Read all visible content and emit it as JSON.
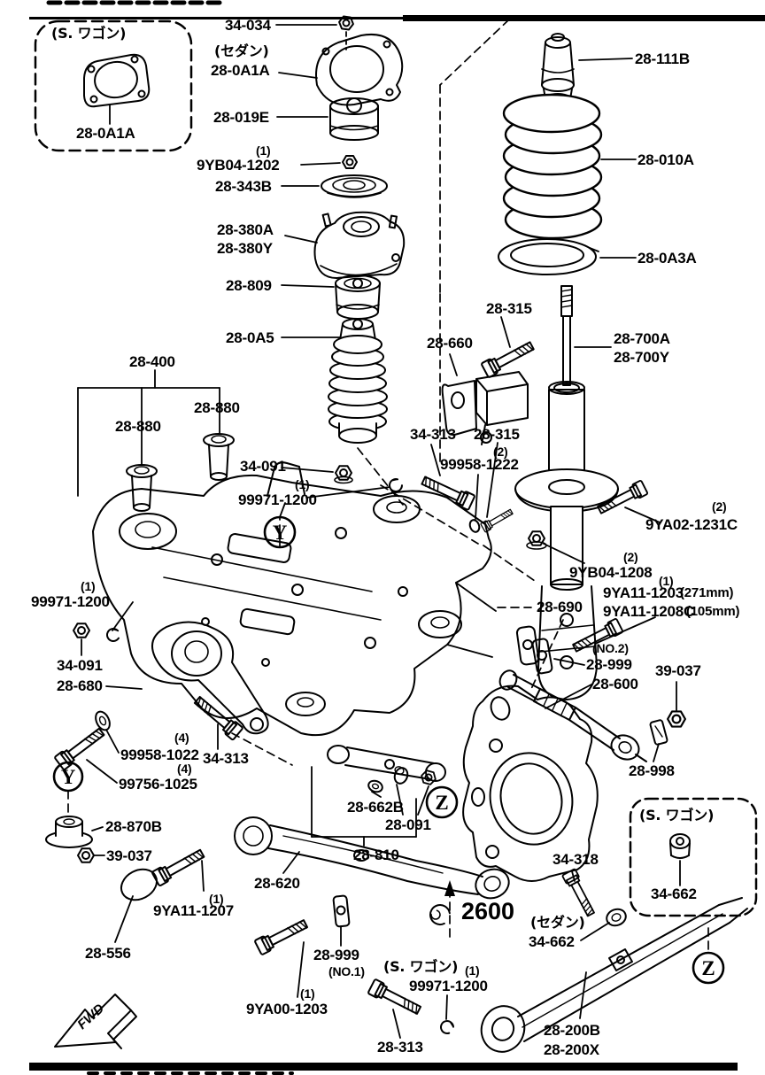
{
  "doc": {
    "type": "exploded-parts-diagram",
    "subject": "rear suspension mechanisms"
  },
  "callouts": {
    "y": "Y",
    "z": "Z"
  },
  "fwd_label": "FWD",
  "parts": {
    "wagon_box_title_top": "(S. ワゴン)",
    "plate_wagon": "28-0A1A",
    "nut_top": "34-034",
    "sedan_note_top": "(セダン)",
    "plate_sedan": "28-0A1A",
    "seat_rubber": "28-019E",
    "qty_1_a": "(1)",
    "nut_9yb04_1202": "9YB04-1202",
    "seat_28_343b": "28-343B",
    "mount_28_380a": "28-380A",
    "mount_28_380y": "28-380Y",
    "bushing_28_809": "28-809",
    "boot_28_0a5": "28-0A5",
    "bumper_28_111b": "28-111B",
    "spring_28_010a": "28-010A",
    "seat_28_0a3a": "28-0A3A",
    "bolt_28_315_upper": "28-315",
    "bracket_28_660": "28-660",
    "strut_28_700a": "28-700A",
    "strut_28_700y": "28-700Y",
    "member_28_400": "28-400",
    "bush_28_880_r": "28-880",
    "bush_28_880_l": "28-880",
    "nut_34_091_c": "34-091",
    "qty_1_b": "(1)",
    "clip_99971_1200_c": "99971-1200",
    "bolt_34_313_c": "34-313",
    "bolt_28_315_lower": "28-315",
    "qty_2_a": "(2)",
    "washer_99958_1222": "99958-1222",
    "qty_2_b": "(2)",
    "bolt_9ya02_1231c": "9YA02-1231C",
    "qty_2_c": "(2)",
    "nut_9yb04_1208": "9YB04-1208",
    "bracket_28_690": "28-690",
    "qty_1_c": "(1)",
    "bolt_9ya11_1203": "9YA11-1203",
    "len_271": "(271mm)",
    "bolt_9ya11_1208c": "9YA11-1208C",
    "len_105": "(105mm)",
    "no2_note": "(NO.2)",
    "plate_28_999_no2": "28-999",
    "nut_39_037_r": "39-037",
    "link_28_600": "28-600",
    "plate_28_998": "28-998",
    "qty_1_d": "(1)",
    "clip_99971_1200_l": "99971-1200",
    "nut_34_091_l": "34-091",
    "mount_28_680": "28-680",
    "qty_4_a": "(4)",
    "washer_99958_1022": "99958-1022",
    "qty_4_b": "(4)",
    "bolt_99756_1025": "99756-1025",
    "bolt_34_313_l": "34-313",
    "grommet_28_870b": "28-870B",
    "nut_39_037_l": "39-037",
    "plug_28_556": "28-556",
    "qty_1_e": "(1)",
    "bolt_9ya11_1207": "9YA11-1207",
    "arm_28_620": "28-620",
    "nut_28_662b": "28-662B",
    "nut_28_091": "28-091",
    "arm_28_810": "28-810",
    "clip_2600": "2600",
    "bolt_34_318": "34-318",
    "sedan_note_bottom": "(セダン)",
    "nut_34_662_sedan": "34-662",
    "wagon_note_bottom": "(S. ワゴン)",
    "qty_1_f": "(1)",
    "clip_99971_1200_b": "99971-1200",
    "plate_28_999_no1": "28-999",
    "no1_note": "(NO.1)",
    "qty_1_g": "(1)",
    "bolt_9ya00_1203": "9YA00-1203",
    "bolt_28_313": "28-313",
    "arm_28_200b": "28-200B",
    "arm_28_200x": "28-200X",
    "wagon_box_title_bottom": "(S. ワゴン)",
    "nut_34_662_wagon": "34-662"
  }
}
